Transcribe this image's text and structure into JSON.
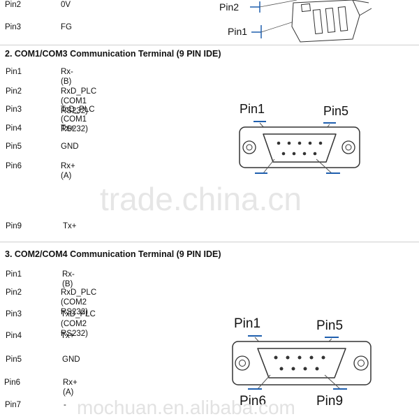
{
  "section1": {
    "rows": [
      {
        "pin": "Pin2",
        "desc": "0V"
      },
      {
        "pin": "Pin3",
        "desc": "FG"
      }
    ],
    "figure": {
      "label_a": "Pin2",
      "label_b": "Pin1"
    }
  },
  "section2": {
    "title": "2. COM1/COM3 Communication Terminal (9 PIN IDE)",
    "rows": [
      {
        "pin": "Pin1",
        "desc": "Rx- (B)"
      },
      {
        "pin": "Pin2",
        "desc": "RxD_PLC (COM1 RS232)"
      },
      {
        "pin": "Pin3",
        "desc": "TcD_PLC (COM1 RS232)"
      },
      {
        "pin": "Pin4",
        "desc": "Tx+"
      },
      {
        "pin": "Pin5",
        "desc": "GND"
      },
      {
        "pin": "Pin6",
        "desc": "Rx+ (A)"
      },
      {
        "pin": "Pin9",
        "desc": "Tx+"
      }
    ],
    "figure": {
      "label_left": "Pin1",
      "label_right": "Pin5"
    }
  },
  "section3": {
    "title": "3. COM2/COM4 Communication Terminal (9 PIN IDE)",
    "rows": [
      {
        "pin": "Pin1",
        "desc": "Rx- (B)"
      },
      {
        "pin": "Pin2",
        "desc": "RxD_PLC (COM2 RS232)"
      },
      {
        "pin": "Pin3",
        "desc": "TxD_PLC (COM2 RS232)"
      },
      {
        "pin": "Pin4",
        "desc": "Tx+"
      },
      {
        "pin": "Pin5",
        "desc": "GND"
      },
      {
        "pin": "Pin6",
        "desc": "Rx+ (A)"
      },
      {
        "pin": "Pin7",
        "desc": "-"
      }
    ],
    "figure": {
      "label_tl": "Pin1",
      "label_tr": "Pin5",
      "label_bl": "Pin6",
      "label_br": "Pin9"
    }
  },
  "watermarks": {
    "center": "trade.china.cn",
    "bottom": "mochuan.en.alibaba.com"
  }
}
